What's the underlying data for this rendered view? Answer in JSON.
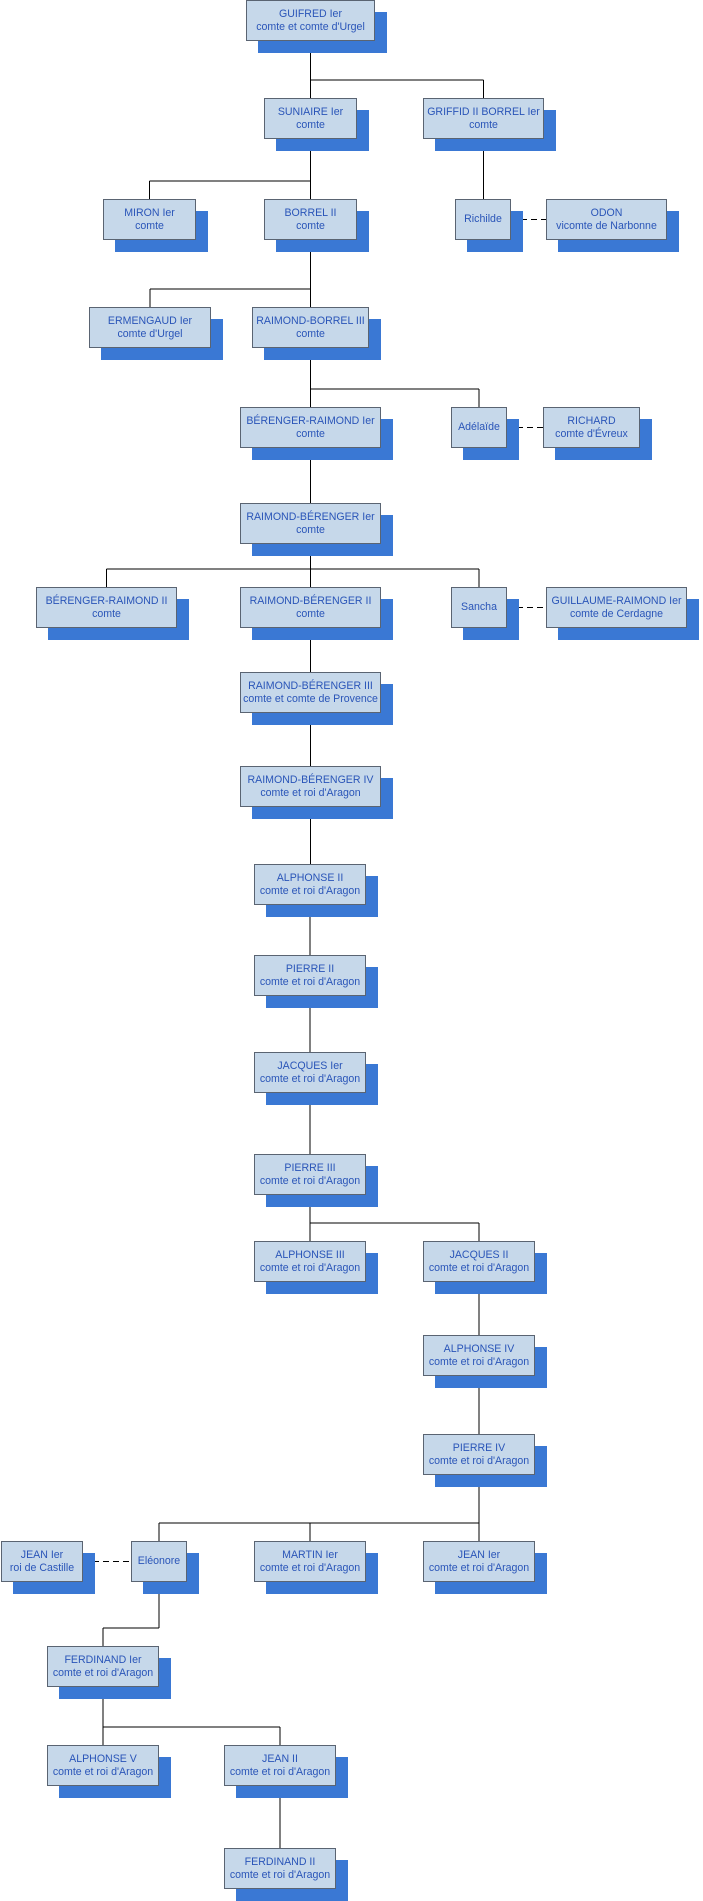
{
  "nodes": [
    {
      "id": "guifred",
      "name": "GUIFRED Ier",
      "title": "comte et comte d'Urgel"
    },
    {
      "id": "suniaire",
      "name": "SUNIAIRE Ier",
      "title": "comte"
    },
    {
      "id": "griffid",
      "name": "GRIFFID II BORREL Ier",
      "title": "comte"
    },
    {
      "id": "miron",
      "name": "MIRON Ier",
      "title": "comte"
    },
    {
      "id": "borrel2",
      "name": "BORREL II",
      "title": "comte"
    },
    {
      "id": "richilde",
      "name": "Richilde",
      "title": ""
    },
    {
      "id": "odon",
      "name": "ODON",
      "title": "vicomte de Narbonne"
    },
    {
      "id": "ermengaud",
      "name": "ERMENGAUD Ier",
      "title": "comte d'Urgel"
    },
    {
      "id": "raimond_borrel",
      "name": "RAIMOND-BORREL III",
      "title": "comte"
    },
    {
      "id": "berenger_raimond1",
      "name": "BÉRENGER-RAIMOND Ier",
      "title": "comte"
    },
    {
      "id": "adelaide",
      "name": "Adélaïde",
      "title": ""
    },
    {
      "id": "richard",
      "name": "RICHARD",
      "title": "comte d'Évreux"
    },
    {
      "id": "rb1",
      "name": "RAIMOND-BÉRENGER Ier",
      "title": "comte"
    },
    {
      "id": "berenger_raimond2",
      "name": "BÉRENGER-RAIMOND II",
      "title": "comte"
    },
    {
      "id": "rb2",
      "name": "RAIMOND-BÉRENGER II",
      "title": "comte"
    },
    {
      "id": "sancha",
      "name": "Sancha",
      "title": ""
    },
    {
      "id": "guillaume",
      "name": "GUILLAUME-RAIMOND Ier",
      "title": "comte de Cerdagne"
    },
    {
      "id": "rb3",
      "name": "RAIMOND-BÉRENGER III",
      "title": "comte et comte de Provence"
    },
    {
      "id": "rb4",
      "name": "RAIMOND-BÉRENGER IV",
      "title": "comte et roi d'Aragon"
    },
    {
      "id": "alphonse2",
      "name": "ALPHONSE II",
      "title": "comte et roi d'Aragon"
    },
    {
      "id": "pierre2",
      "name": "PIERRE II",
      "title": "comte et roi d'Aragon"
    },
    {
      "id": "jacques1",
      "name": "JACQUES Ier",
      "title": "comte et roi d'Aragon"
    },
    {
      "id": "pierre3",
      "name": "PIERRE III",
      "title": "comte et roi d'Aragon"
    },
    {
      "id": "alphonse3",
      "name": "ALPHONSE III",
      "title": "comte et roi d'Aragon"
    },
    {
      "id": "jacques2",
      "name": "JACQUES II",
      "title": "comte et roi d'Aragon"
    },
    {
      "id": "alphonse4",
      "name": "ALPHONSE IV",
      "title": "comte et roi d'Aragon"
    },
    {
      "id": "pierre4",
      "name": "PIERRE IV",
      "title": "comte et roi d'Aragon"
    },
    {
      "id": "jean_castille",
      "name": "JEAN Ier",
      "title": "roi de Castille"
    },
    {
      "id": "eleonore",
      "name": "Eléonore",
      "title": ""
    },
    {
      "id": "martin",
      "name": "MARTIN Ier",
      "title": "comte et roi d'Aragon"
    },
    {
      "id": "jean1",
      "name": "JEAN Ier",
      "title": "comte et roi d'Aragon"
    },
    {
      "id": "ferdinand1",
      "name": "FERDINAND Ier",
      "title": "comte et roi d'Aragon"
    },
    {
      "id": "alphonse5",
      "name": "ALPHONSE V",
      "title": "comte et roi d'Aragon"
    },
    {
      "id": "jean2",
      "name": "JEAN II",
      "title": "comte et roi d'Aragon"
    },
    {
      "id": "ferdinand2",
      "name": "FERDINAND II",
      "title": "comte et roi d'Aragon"
    }
  ],
  "parent_links": [
    [
      "guifred",
      "suniaire"
    ],
    [
      "guifred",
      "griffid"
    ],
    [
      "suniaire",
      "miron"
    ],
    [
      "suniaire",
      "borrel2"
    ],
    [
      "griffid",
      "richilde"
    ],
    [
      "borrel2",
      "ermengaud"
    ],
    [
      "borrel2",
      "raimond_borrel"
    ],
    [
      "raimond_borrel",
      "berenger_raimond1"
    ],
    [
      "raimond_borrel",
      "adelaide"
    ],
    [
      "berenger_raimond1",
      "rb1"
    ],
    [
      "rb1",
      "berenger_raimond2"
    ],
    [
      "rb1",
      "rb2"
    ],
    [
      "rb1",
      "sancha"
    ],
    [
      "rb2",
      "rb3"
    ],
    [
      "rb3",
      "rb4"
    ],
    [
      "rb4",
      "alphonse2"
    ],
    [
      "alphonse2",
      "pierre2"
    ],
    [
      "pierre2",
      "jacques1"
    ],
    [
      "jacques1",
      "pierre3"
    ],
    [
      "pierre3",
      "alphonse3"
    ],
    [
      "pierre3",
      "jacques2"
    ],
    [
      "jacques2",
      "alphonse4"
    ],
    [
      "alphonse4",
      "pierre4"
    ],
    [
      "pierre4",
      "eleonore"
    ],
    [
      "pierre4",
      "martin"
    ],
    [
      "pierre4",
      "jean1"
    ],
    [
      "eleonore",
      "ferdinand1"
    ],
    [
      "ferdinand1",
      "alphonse5"
    ],
    [
      "ferdinand1",
      "jean2"
    ],
    [
      "jean2",
      "ferdinand2"
    ]
  ],
  "spouse_links": [
    [
      "richilde",
      "odon"
    ],
    [
      "adelaide",
      "richard"
    ],
    [
      "sancha",
      "guillaume"
    ],
    [
      "jean_castille",
      "eleonore"
    ]
  ],
  "colors": {
    "box_fill": "#c6d8ea",
    "box_border": "#5a6472",
    "shadow": "#3a78d4",
    "text": "#2a55b8",
    "line": "#000000"
  }
}
